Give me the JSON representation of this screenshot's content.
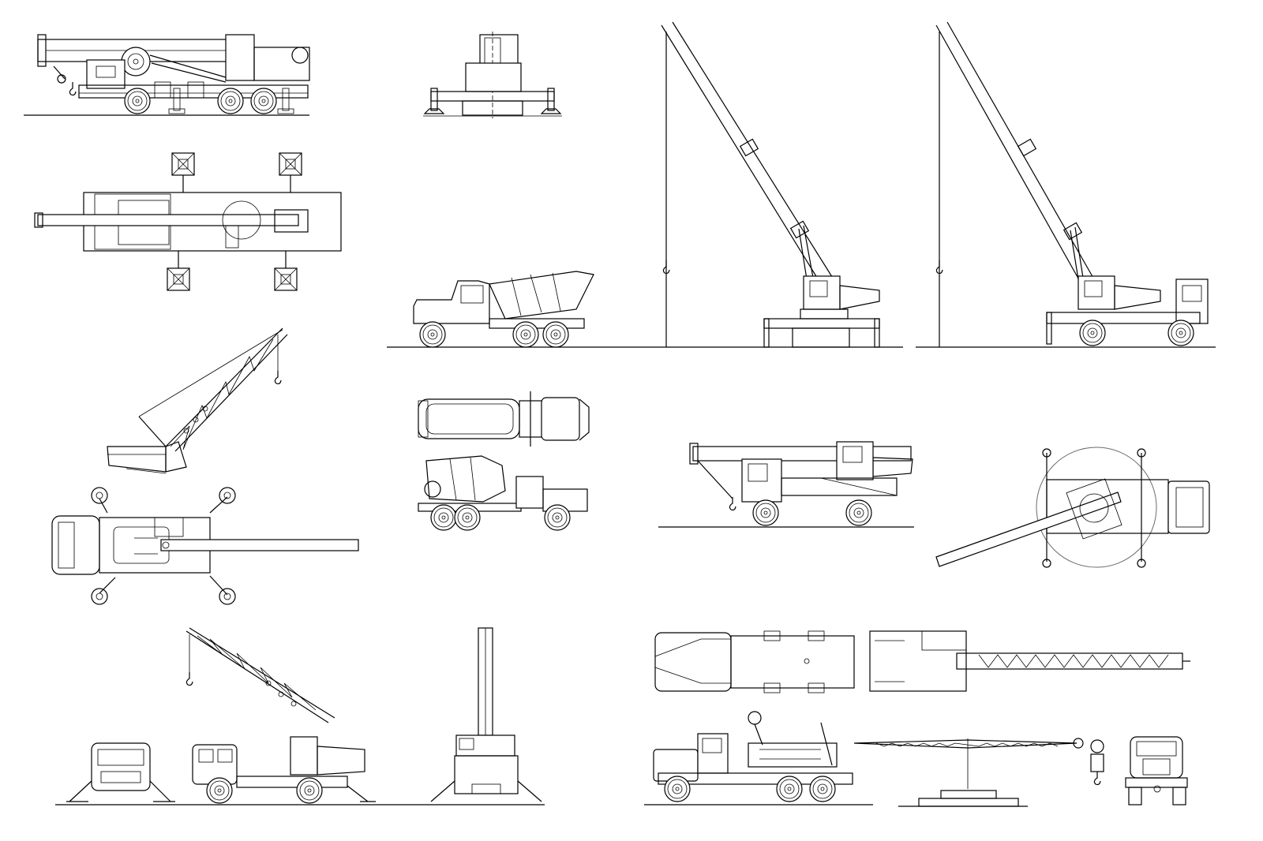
{
  "sheet": {
    "background": "#ffffff",
    "line_color": "#000000",
    "circle_color": "#6b6b6b",
    "text_labels": []
  },
  "drawings": [
    {
      "id": "crane-truck-8x8-side",
      "icon": "crane-truck-side-view"
    },
    {
      "id": "crane-truck-rear-view",
      "icon": "crane-rear-outriggers"
    },
    {
      "id": "crane-truck-top-view",
      "icon": "crane-top-outriggers"
    },
    {
      "id": "concrete-mixer-side",
      "icon": "mixer-truck-side"
    },
    {
      "id": "telescopic-crane-raised",
      "icon": "crane-boom-raised"
    },
    {
      "id": "telescopic-crane-raised-with-cab",
      "icon": "crane-boom-raised-cab"
    },
    {
      "id": "lattice-crane-upper",
      "icon": "lattice-boom-crane"
    },
    {
      "id": "mixer-top-view",
      "icon": "mixer-top"
    },
    {
      "id": "mixer-trailer-side",
      "icon": "mixer-trailer"
    },
    {
      "id": "crane-truck-transport",
      "icon": "crane-transport-mode"
    },
    {
      "id": "crane-top-slewing",
      "icon": "crane-slewing-circle"
    },
    {
      "id": "crane-top-four-outriggers",
      "icon": "crane-outrigger-pads"
    },
    {
      "id": "truck-lattice-crane-front-side",
      "icon": "truck-lattice-crane"
    },
    {
      "id": "crane-rear-mast",
      "icon": "crane-mast-rear"
    },
    {
      "id": "lattice-boom-top-view",
      "icon": "lattice-boom-top"
    },
    {
      "id": "truck-lattice-crane-side",
      "icon": "truck-crane-folded"
    },
    {
      "id": "lattice-boom-elevation",
      "icon": "boom-elevation"
    },
    {
      "id": "hook-block",
      "icon": "hook-icon"
    },
    {
      "id": "truck-front-view",
      "icon": "truck-front"
    }
  ]
}
